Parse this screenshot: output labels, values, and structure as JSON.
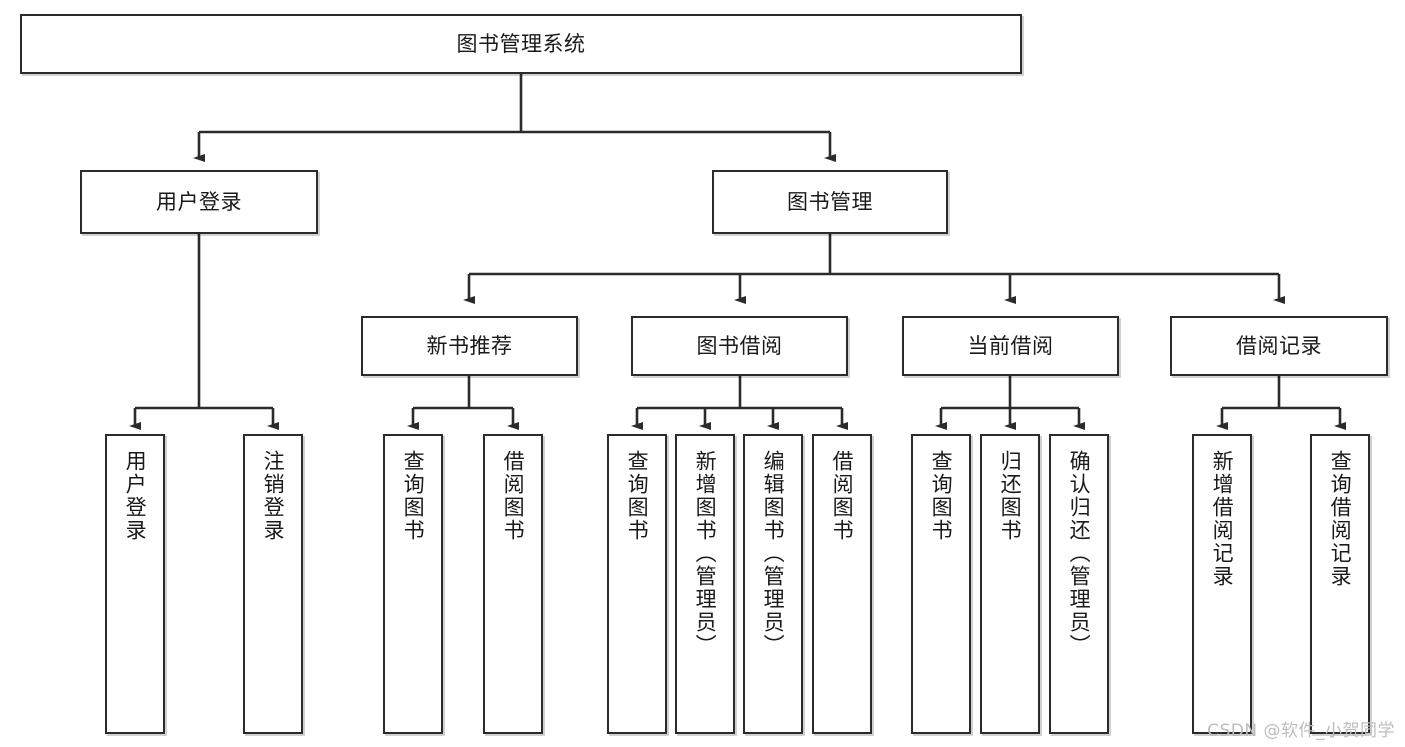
{
  "diagram": {
    "type": "tree-hierarchy",
    "title": "图书管理系统",
    "colors": {
      "background": "#ffffff",
      "box_border": "#2b2b2b",
      "box_fill": "#ffffff",
      "connector": "#2b2b2b",
      "watermark": "#bdbdbd"
    },
    "watermark": "CSDN @软件_小贺同学",
    "nodes": {
      "root": {
        "label": "图书管理系统",
        "level": 1,
        "orientation": "horizontal"
      },
      "l2": [
        {
          "id": "user-login",
          "label": "用户登录",
          "level": 2,
          "orientation": "horizontal"
        },
        {
          "id": "book-manage",
          "label": "图书管理",
          "level": 2,
          "orientation": "horizontal"
        }
      ],
      "l3": [
        {
          "id": "new-book-recommend",
          "label": "新书推荐",
          "level": 3,
          "orientation": "horizontal",
          "parent": "book-manage"
        },
        {
          "id": "book-borrow",
          "label": "图书借阅",
          "level": 3,
          "orientation": "horizontal",
          "parent": "book-manage"
        },
        {
          "id": "current-borrow",
          "label": "当前借阅",
          "level": 3,
          "orientation": "horizontal",
          "parent": "book-manage"
        },
        {
          "id": "borrow-record",
          "label": "借阅记录",
          "level": 3,
          "orientation": "horizontal",
          "parent": "book-manage"
        }
      ],
      "leaves": [
        {
          "id": "leaf-user-login",
          "label": "用户登录",
          "parent": "user-login"
        },
        {
          "id": "leaf-logout-login",
          "label": "注销登录",
          "parent": "user-login"
        },
        {
          "id": "leaf-query-book-1",
          "label": "查询图书",
          "parent": "new-book-recommend"
        },
        {
          "id": "leaf-borrow-book-1",
          "label": "借阅图书",
          "parent": "new-book-recommend"
        },
        {
          "id": "leaf-query-book-2",
          "label": "查询图书",
          "parent": "book-borrow"
        },
        {
          "id": "leaf-add-book",
          "label": "新增图书（管理员）",
          "parent": "book-borrow"
        },
        {
          "id": "leaf-edit-book",
          "label": "编辑图书（管理员）",
          "parent": "book-borrow"
        },
        {
          "id": "leaf-borrow-book-2",
          "label": "借阅图书",
          "parent": "book-borrow"
        },
        {
          "id": "leaf-query-book-3",
          "label": "查询图书",
          "parent": "current-borrow"
        },
        {
          "id": "leaf-return-book",
          "label": "归还图书",
          "parent": "current-borrow"
        },
        {
          "id": "leaf-confirm-return",
          "label": "确认归还（管理员）",
          "parent": "current-borrow"
        },
        {
          "id": "leaf-add-record",
          "label": "新增借阅记录",
          "parent": "borrow-record"
        },
        {
          "id": "leaf-query-record",
          "label": "查询借阅记录",
          "parent": "borrow-record"
        }
      ]
    }
  }
}
